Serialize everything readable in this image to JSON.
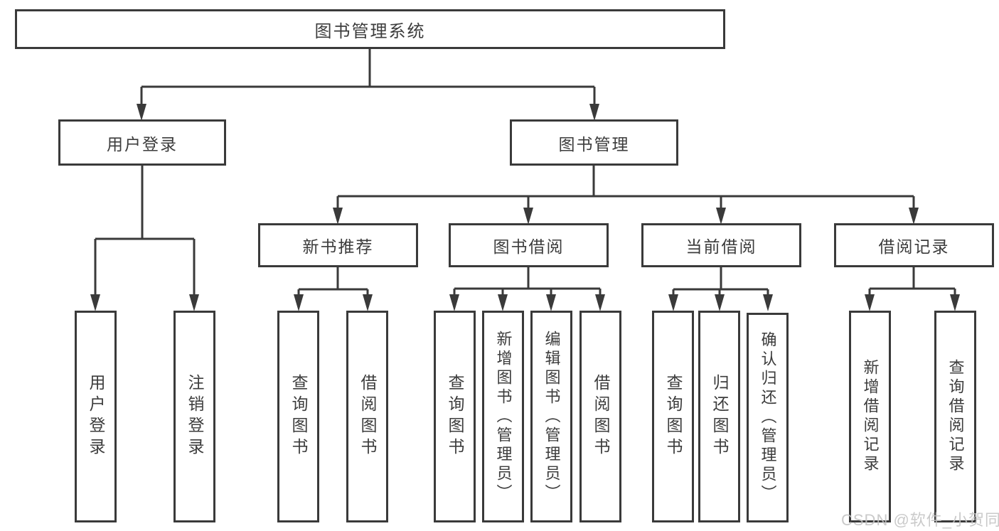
{
  "diagram": {
    "type": "hierarchy-tree",
    "title": "图书管理系统",
    "watermark": "CSDN @软件_小贺同学",
    "colors": {
      "line": "#3a3a3a",
      "box_border": "#3a3a3a",
      "text": "#3c3c3c",
      "background": "#ffffff",
      "watermark": "#c3c3c3"
    },
    "root": {
      "label": "图书管理系统",
      "children": [
        {
          "label": "用户登录",
          "children": [
            {
              "label": "用户登录"
            },
            {
              "label": "注销登录"
            }
          ]
        },
        {
          "label": "图书管理",
          "children": [
            {
              "label": "新书推荐",
              "children": [
                {
                  "label": "查询图书"
                },
                {
                  "label": "借阅图书"
                }
              ]
            },
            {
              "label": "图书借阅",
              "children": [
                {
                  "label": "查询图书"
                },
                {
                  "label": "新增图书（管理员）"
                },
                {
                  "label": "编辑图书（管理员）"
                },
                {
                  "label": "借阅图书"
                }
              ]
            },
            {
              "label": "当前借阅",
              "children": [
                {
                  "label": "查询图书"
                },
                {
                  "label": "归还图书"
                },
                {
                  "label": "确认归还（管理员）"
                }
              ]
            },
            {
              "label": "借阅记录",
              "children": [
                {
                  "label": "新增借阅记录"
                },
                {
                  "label": "查询借阅记录"
                }
              ]
            }
          ]
        }
      ]
    }
  }
}
